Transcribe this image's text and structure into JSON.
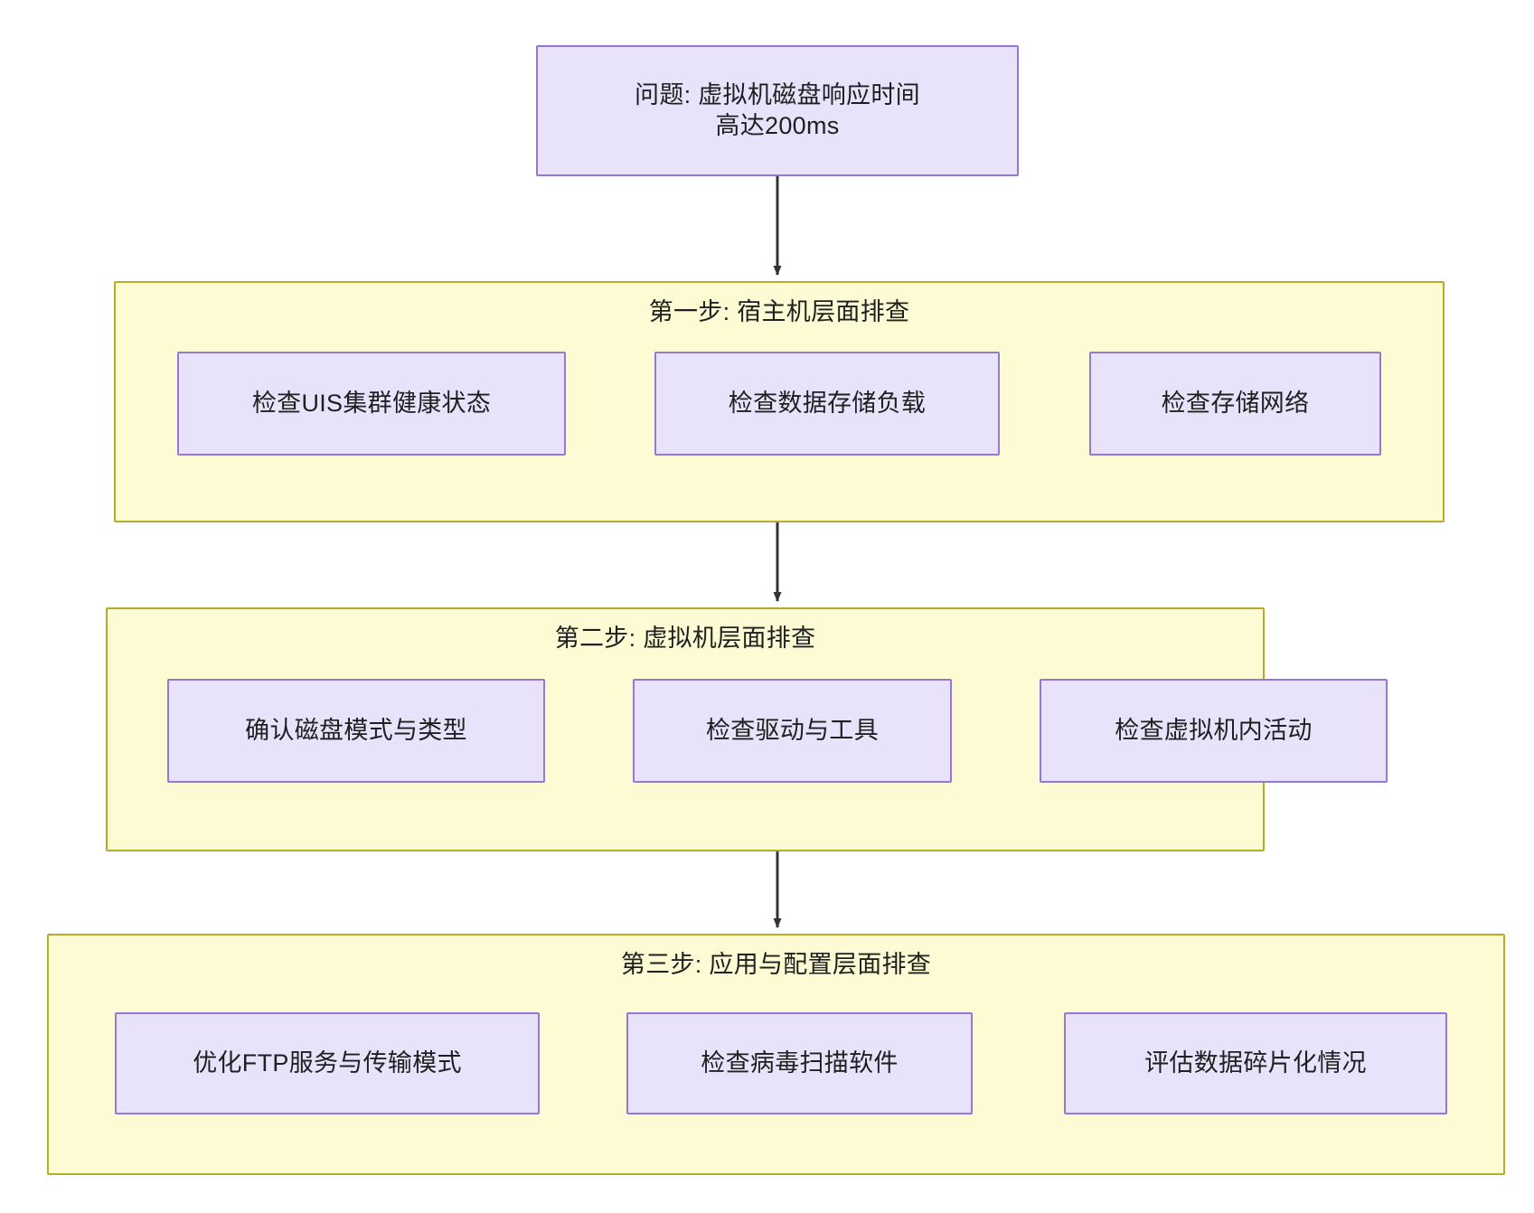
{
  "diagram": {
    "type": "flowchart",
    "direction": "top-down",
    "title_node": {
      "id": "problem",
      "label_line1": "问题: 虚拟机磁盘响应时间",
      "label_line2": "高达200ms"
    },
    "colors": {
      "node_fill": "#e8e3fb",
      "node_stroke": "#9676d6",
      "cluster_fill": "#fdfbd4",
      "cluster_stroke": "#b8ab2b",
      "edge_stroke": "#333333",
      "text": "#1f1f20",
      "background": "#ffffff"
    },
    "clusters": [
      {
        "id": "step1",
        "title": "第一步: 宿主机层面排查",
        "wrapped": false,
        "nodes": [
          {
            "id": "s1n1",
            "label": "检查UIS集群健康状态"
          },
          {
            "id": "s1n2",
            "label": "检查数据存储负载"
          },
          {
            "id": "s1n3",
            "label": "检查存储网络"
          }
        ]
      },
      {
        "id": "step2",
        "title": "第二步: 虚拟机层面排查",
        "wrapped": false,
        "nodes": [
          {
            "id": "s2n1",
            "label": "确认磁盘模式与类型"
          },
          {
            "id": "s2n2",
            "label": "检查驱动与工具"
          },
          {
            "id": "s2n3",
            "label": "检查虚拟机内活动"
          }
        ]
      },
      {
        "id": "step3",
        "title": "第三步: 应用与配置层面排查",
        "wrapped": true,
        "nodes": [
          {
            "id": "s3n1",
            "label": "优化FTP服务与传输模式"
          },
          {
            "id": "s3n2",
            "label": "检查病毒扫描软件"
          },
          {
            "id": "s3n3",
            "label": "评估数据碎片化情况"
          }
        ]
      }
    ],
    "edges": [
      {
        "id": "e1",
        "from": "problem",
        "to": "step1",
        "arrow": "arrow-down-icon"
      },
      {
        "id": "e2",
        "from": "step1",
        "to": "step2",
        "arrow": "arrow-down-icon"
      },
      {
        "id": "e3",
        "from": "step2",
        "to": "step3",
        "arrow": "arrow-down-icon"
      }
    ]
  }
}
